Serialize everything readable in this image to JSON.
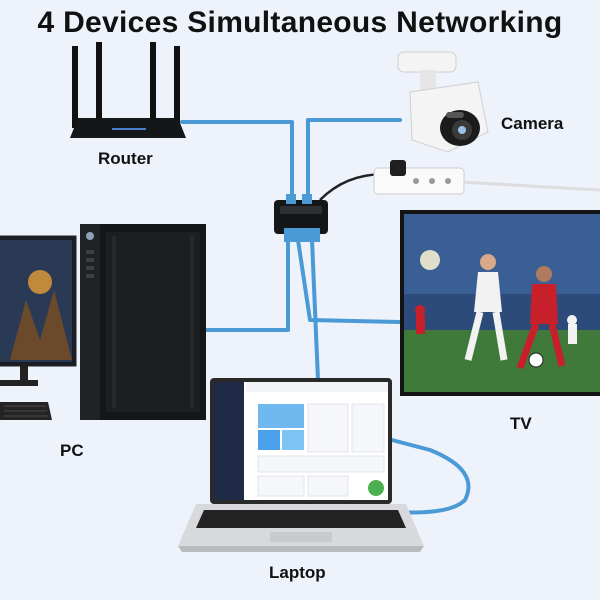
{
  "header": {
    "title": "4 Devices Simultaneous Networking"
  },
  "labels": {
    "router": "Router",
    "camera": "Camera",
    "pc": "PC",
    "tv": "TV",
    "laptop": "Laptop"
  },
  "colors": {
    "background": "#eef2fb",
    "cable": "#4a9ad6",
    "device_dark": "#151618",
    "camera_body": "#f4f4f4"
  }
}
